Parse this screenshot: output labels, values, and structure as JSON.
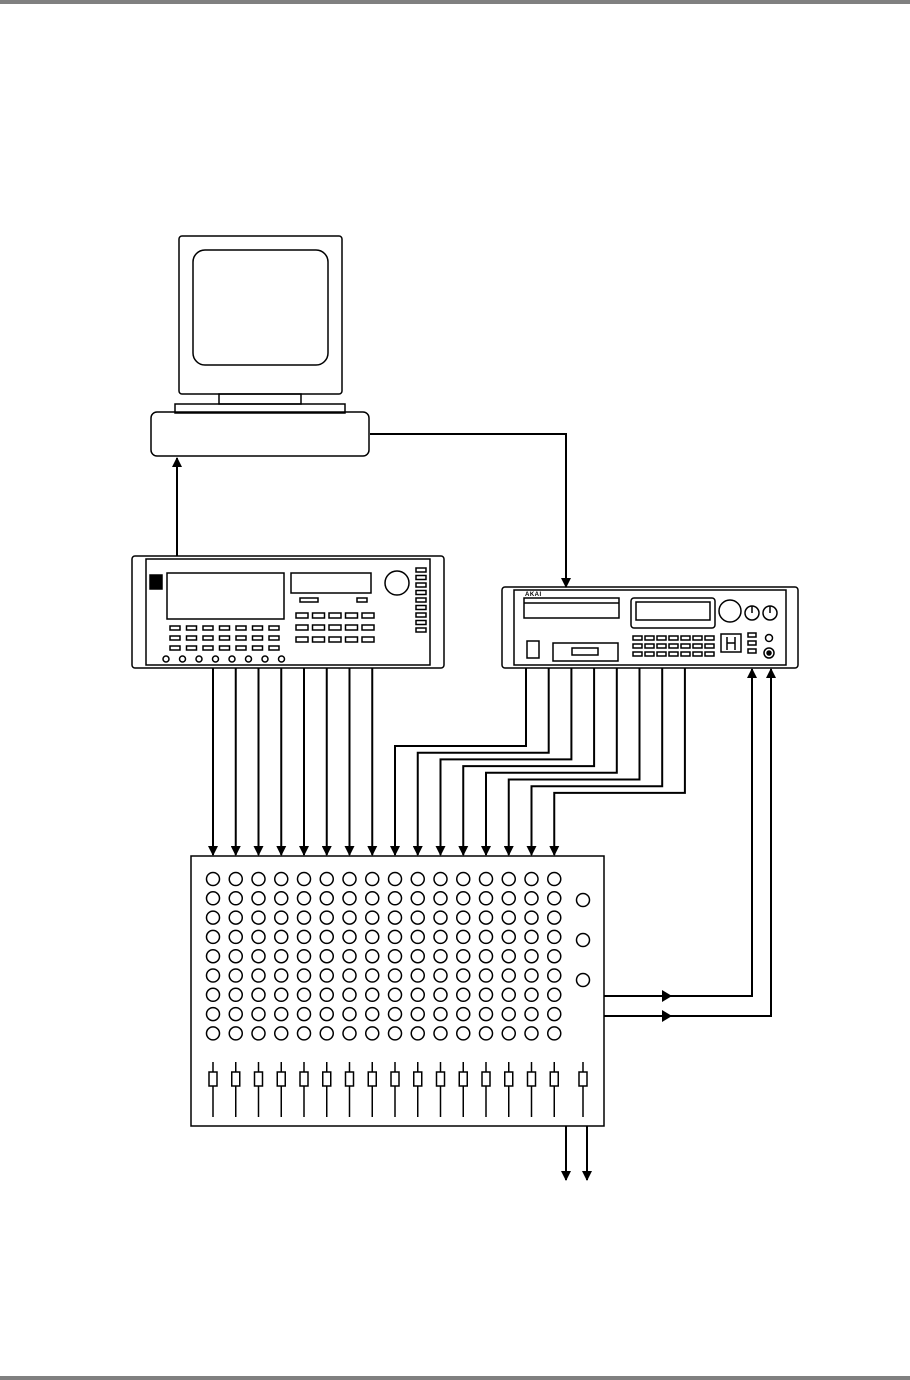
{
  "colors": {
    "line": "#000000",
    "background": "#ffffff",
    "rule": "#808080"
  },
  "sampler": {
    "brand_label": "AKAI"
  },
  "devices": [
    {
      "name": "computer",
      "icon": "computer-monitor-icon"
    },
    {
      "name": "midi-keyboard-module",
      "icon": "synth-module-icon"
    },
    {
      "name": "akai-sampler",
      "icon": "rack-sampler-icon"
    },
    {
      "name": "mixing-desk",
      "icon": "mixer-icon"
    }
  ],
  "mixer": {
    "channel_count": 16,
    "knob_rows": 9,
    "master_knobs": 3
  },
  "connections": {
    "module_outputs_to_mixer": 8,
    "sampler_outputs_to_mixer": 8,
    "mixer_sends_to_sampler": 2,
    "mixer_main_outputs": 2
  }
}
